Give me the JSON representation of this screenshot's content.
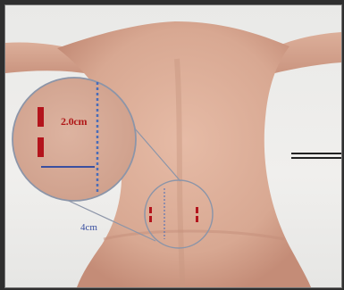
{
  "image": {
    "subject": "back-torso",
    "skin_color": "#dcae98",
    "background_color": "#ecebe9",
    "incision_color": "#b3141c",
    "dotted_line_color": "#4a6db8"
  },
  "labels": {
    "zoom_width": "2.0cm",
    "lateral_distance": "4cm"
  }
}
